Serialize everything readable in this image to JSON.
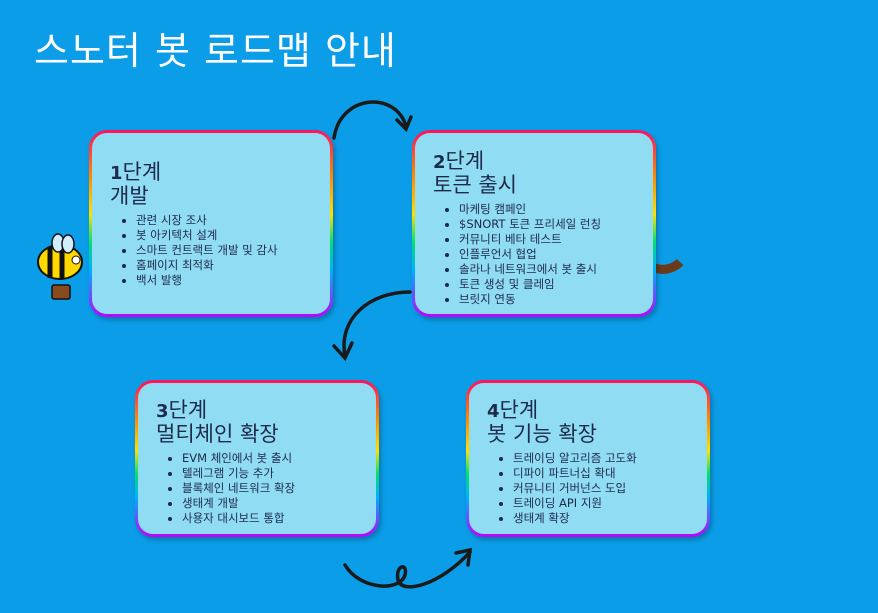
{
  "title": "스노터 봇 로드맵 안내",
  "stages": [
    {
      "num": "1",
      "label": "단계",
      "name": "개발",
      "items": [
        "관련 시장 조사",
        "봇 아키텍처 설계",
        "스마트 컨트랙트 개발 및 감사",
        "홈페이지 최적화",
        "백서 발행"
      ]
    },
    {
      "num": "2",
      "label": "단계",
      "name": "토큰 출시",
      "items": [
        "마케팅 캠페인",
        "$SNORT 토큰 프리세일 런칭",
        "커뮤니티 베타 테스트",
        "인플루언서 협업",
        "솔라나 네트워크에서 봇 출시",
        "토큰 생성 및 클레임",
        "브릿지 연동"
      ]
    },
    {
      "num": "3",
      "label": "단계",
      "name": "멀티체인 확장",
      "items": [
        "EVM 체인에서 봇 출시",
        "텔레그램 기능 추가",
        "블록체인 네트워크 확장",
        "생태계 개발",
        "사용자 대시보드 통합"
      ]
    },
    {
      "num": "4",
      "label": "단계",
      "name": "봇 기능 확장",
      "items": [
        "트레이딩 알고리즘 고도화",
        "디파이 파트너십 확대",
        "커뮤니티 거버넌스 도입",
        "트레이딩 API 지원",
        "생태계 확장"
      ]
    }
  ],
  "colors": {
    "background": "#0b9de8",
    "card": "#90dcf3",
    "text": "#1e2a4a"
  }
}
